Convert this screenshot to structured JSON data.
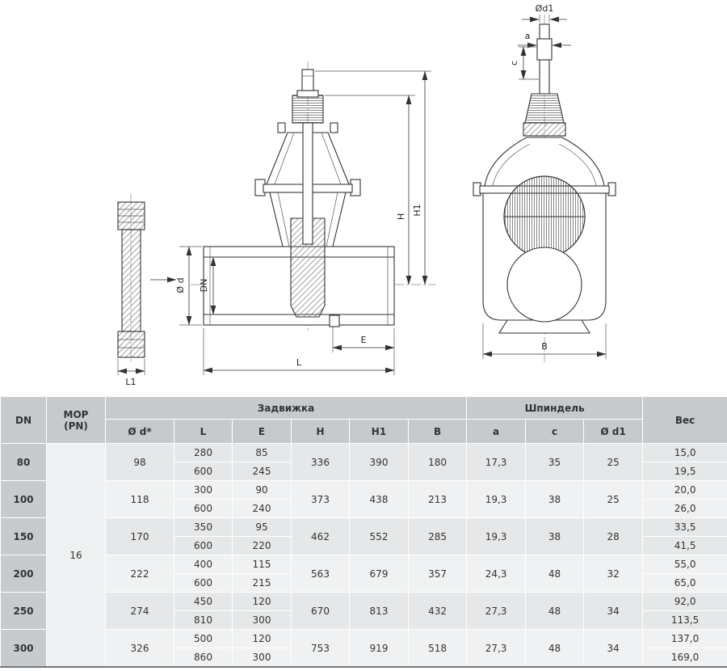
{
  "drawing": {
    "dim_labels": {
      "od": "Ø d",
      "dn": "DN",
      "h": "H",
      "h1": "H1",
      "e": "E",
      "l": "L",
      "l1": "L1",
      "od1": "Ød1",
      "a": "a",
      "c": "c",
      "b": "B"
    }
  },
  "table": {
    "col_headers": {
      "dn": "DN",
      "mop_line1": "МОР",
      "mop_line2": "(PN)",
      "valve_group": "Задвижка",
      "spindle_group": "Шпиндель",
      "weight": "Вес",
      "od": "Ø d*",
      "l": "L",
      "e": "E",
      "h": "H",
      "h1": "H1",
      "b": "B",
      "a": "a",
      "c": "c",
      "od1": "Ø d1"
    },
    "pn_value": "16",
    "rows": [
      {
        "dn": "80",
        "od": "98",
        "l1": "280",
        "l2": "600",
        "e1": "85",
        "e2": "245",
        "h": "336",
        "h1": "390",
        "b": "180",
        "a": "17,3",
        "c": "35",
        "od1": "25",
        "w1": "15,0",
        "w2": "19,5"
      },
      {
        "dn": "100",
        "od": "118",
        "l1": "300",
        "l2": "600",
        "e1": "90",
        "e2": "240",
        "h": "373",
        "h1": "438",
        "b": "213",
        "a": "19,3",
        "c": "38",
        "od1": "25",
        "w1": "20,0",
        "w2": "26,0"
      },
      {
        "dn": "150",
        "od": "170",
        "l1": "350",
        "l2": "600",
        "e1": "95",
        "e2": "220",
        "h": "462",
        "h1": "552",
        "b": "285",
        "a": "19,3",
        "c": "38",
        "od1": "28",
        "w1": "33,5",
        "w2": "41,5"
      },
      {
        "dn": "200",
        "od": "222",
        "l1": "400",
        "l2": "600",
        "e1": "115",
        "e2": "215",
        "h": "563",
        "h1": "679",
        "b": "357",
        "a": "24,3",
        "c": "48",
        "od1": "32",
        "w1": "55,0",
        "w2": "65,0"
      },
      {
        "dn": "250",
        "od": "274",
        "l1": "450",
        "l2": "810",
        "e1": "120",
        "e2": "300",
        "h": "670",
        "h1": "813",
        "b": "432",
        "a": "27,3",
        "c": "48",
        "od1": "34",
        "w1": "92,0",
        "w2": "113,5"
      },
      {
        "dn": "300",
        "od": "326",
        "l1": "500",
        "l2": "860",
        "e1": "120",
        "e2": "300",
        "h": "753",
        "h1": "919",
        "b": "518",
        "a": "27,3",
        "c": "48",
        "od1": "34",
        "w1": "137,0",
        "w2": "169,0"
      }
    ]
  },
  "colors": {
    "header_bg": "#c6cacd",
    "dn_col_bg": "#c7cbce",
    "row_dark": "#e5e7e9",
    "row_light": "#f0f1f2",
    "text": "#333333"
  }
}
